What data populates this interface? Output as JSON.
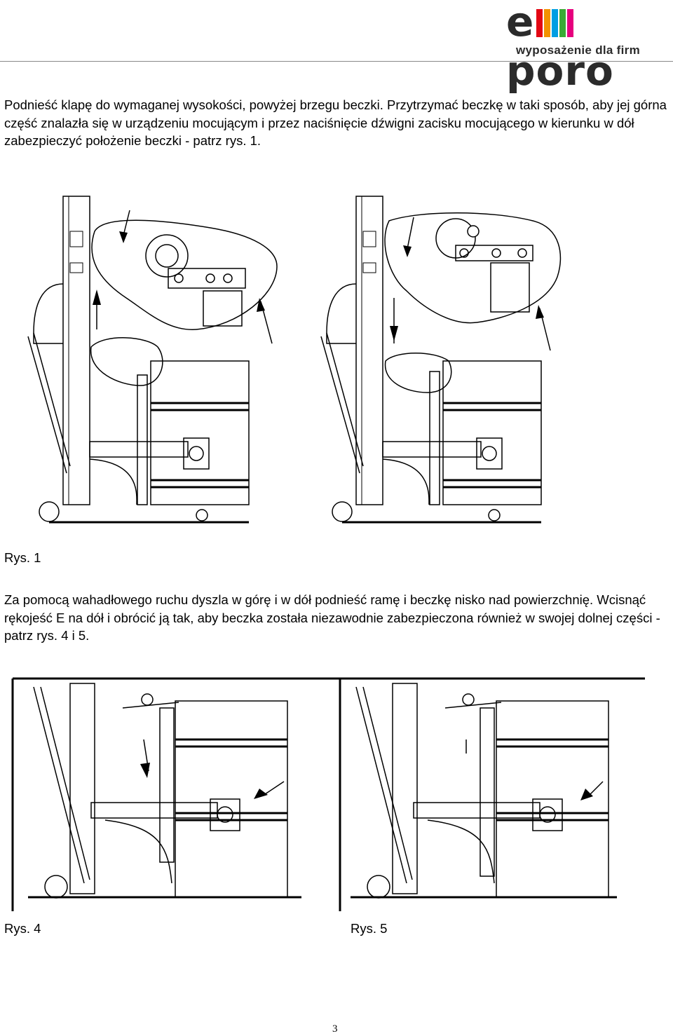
{
  "header": {
    "logo_text": "emporo",
    "logo_tagline": "wyposażenie dla firm",
    "logo_colors": [
      "#e30613",
      "#f39200",
      "#009ee3",
      "#3aaa35",
      "#e6007e"
    ]
  },
  "paragraph1": "Podnieść klapę do wymaganej wysokości, powyżej brzegu beczki. Przytrzymać beczkę w taki sposób, aby jej górna część znalazła się w urządzeniu mocującym i przez naciśnięcie dźwigni zacisku mocującego w kierunku w dół zabezpieczyć położenie beczki - patrz rys. 1.",
  "caption1": "Rys. 1",
  "paragraph2": "Za pomocą wahadłowego ruchu dyszla w górę i w dół podnieść ramę i beczkę nisko nad powierzchnię. Wcisnąć rękojeść E na dół i obrócić ją tak, aby beczka została niezawodnie zabezpieczona również w swojej dolnej części - patrz rys. 4 i 5.",
  "caption4": "Rys. 4",
  "caption5": "Rys. 5",
  "page_number": "3"
}
